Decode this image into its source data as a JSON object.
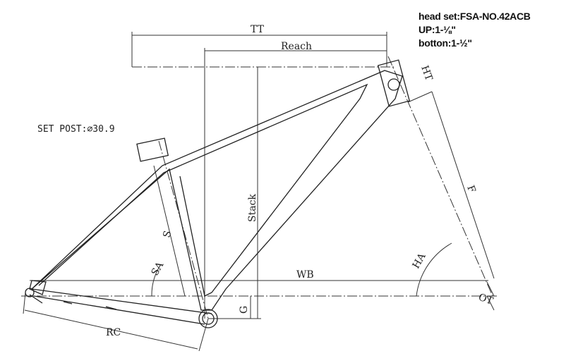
{
  "headset": {
    "line1": "head set:FSA-NO.42ACB",
    "line2": "UP:1-⅛\"",
    "line3": "botton:1-½\""
  },
  "seatpost": "SET POST:⌀30.9",
  "dimensions": {
    "tt": "TT",
    "reach": "Reach",
    "stack": "Stack",
    "ht": "HT",
    "f": "F",
    "ha": "HA",
    "wb": "WB",
    "sa": "SA",
    "s": "S",
    "g": "G",
    "rc": "RC",
    "ot": "OT"
  }
}
